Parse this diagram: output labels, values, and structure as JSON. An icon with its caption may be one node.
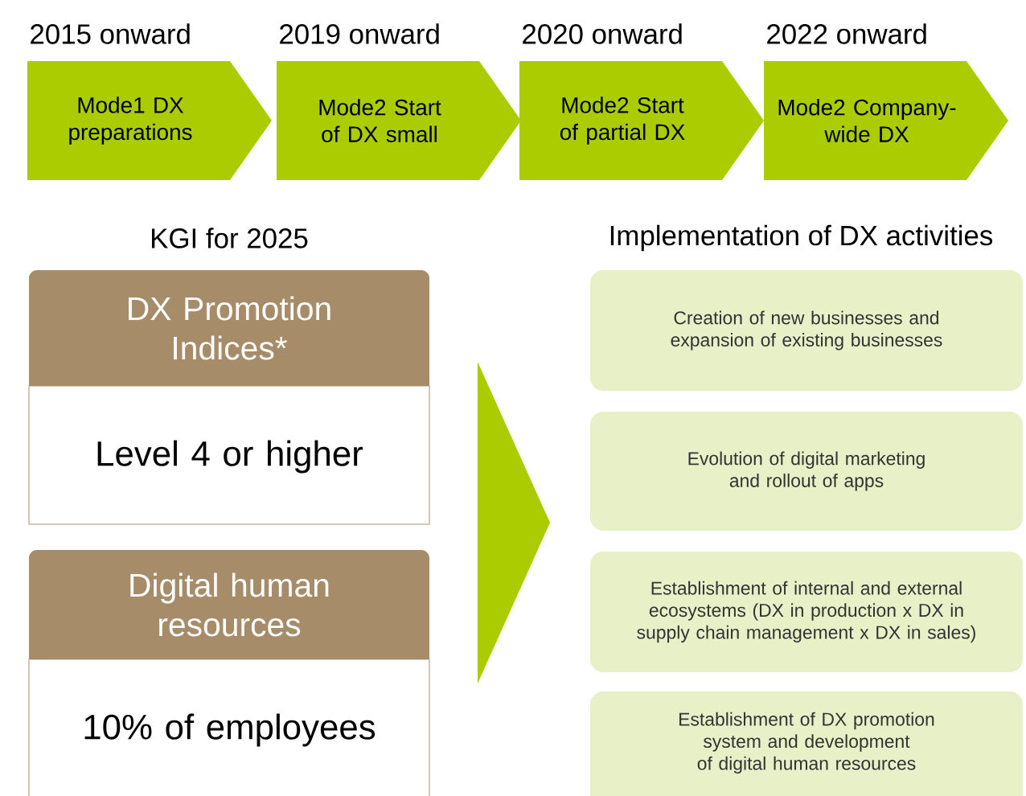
{
  "diagram": {
    "nodes": [
      {
        "text": [
          "2015 onward",
          "Mode1 DX preparations"
        ]
      },
      {
        "text": [
          "2019 onward",
          "Mode2 Start of DX small"
        ]
      },
      {
        "text": [
          "2020 onward",
          "Mode2 Start of partial DX"
        ]
      },
      {
        "text": [
          "2022 onward",
          "Mode2 Company-wide DX"
        ]
      },
      {
        "text": [
          "DX Promotion Indices*",
          "Level 4 or higher"
        ]
      },
      {
        "text": [
          "Digital human resources",
          "10% of employees"
        ]
      },
      {
        "text": [
          "Creation of new businesses and expansion of existing businesses"
        ]
      },
      {
        "text": [
          "Evolution of digital marketing and rollout of apps"
        ]
      },
      {
        "text": [
          "Establishment of internal and external ecosystems (DX in production x DX in supply chain management x DX in sales)"
        ]
      },
      {
        "text": [
          "Establishment of DX promotion system and development of digital human resources"
        ]
      }
    ],
    "labels": [
      "KGI for 2025",
      "Implementation of DX activities"
    ]
  }
}
